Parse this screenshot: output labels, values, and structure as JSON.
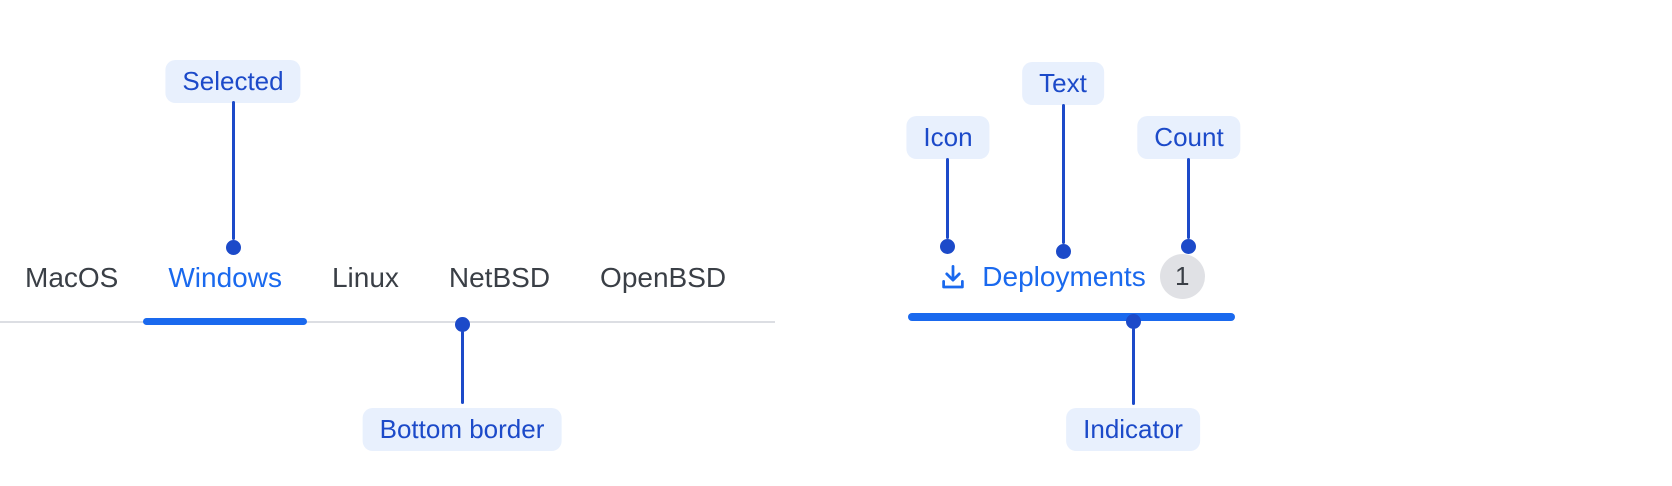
{
  "colors": {
    "canvas-bg": "#FFFFFF",
    "accent": "#1A69EE",
    "annotation": "#1C4AC9",
    "pill-bg": "#E8F0FD",
    "tab-text": "#3A3F46",
    "border": "#DCDEE3",
    "badge-bg": "#E0E1E5",
    "badge-text": "#3A3F46"
  },
  "os_tabs": {
    "items": [
      {
        "label": "MacOS",
        "selected": false
      },
      {
        "label": "Windows",
        "selected": true
      },
      {
        "label": "Linux",
        "selected": false
      },
      {
        "label": "NetBSD",
        "selected": false
      },
      {
        "label": "OpenBSD",
        "selected": false
      }
    ]
  },
  "deployments_tab": {
    "icon": "download-icon",
    "label": "Deployments",
    "count": "1"
  },
  "annotations": {
    "selected": "Selected",
    "bottom_border": "Bottom border",
    "icon": "Icon",
    "text": "Text",
    "count": "Count",
    "indicator": "Indicator"
  }
}
